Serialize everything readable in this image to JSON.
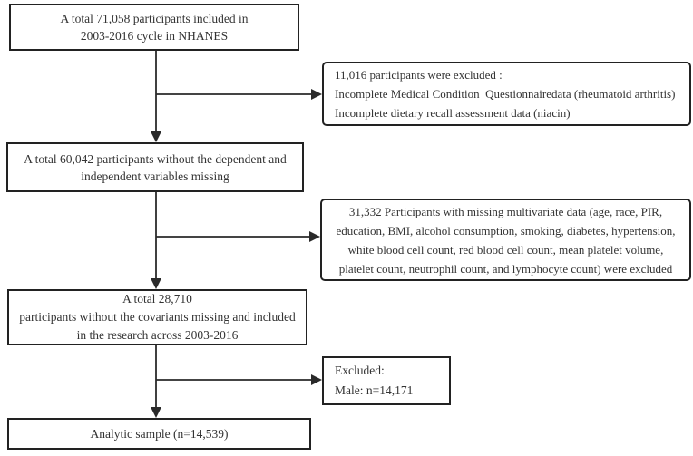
{
  "diagram": {
    "title": "Participant selection flowchart (NHANES 2003-2016)",
    "colors": {
      "background": "#ffffff",
      "box_border": "#222222",
      "text": "#333333",
      "arrow": "#2a2a2a"
    },
    "boxes": {
      "total_included": {
        "lines": [
          "A total 71,058 participants included in",
          "2003-2016 cycle in NHANES"
        ]
      },
      "excluded_1": {
        "lines": [
          "11,016 participants were excluded :",
          "Incomplete Medical Condition  Questionnairedata (rheumatoid arthritis)",
          "Incomplete dietary recall assessment data (niacin)"
        ]
      },
      "no_missing_vars": {
        "lines": [
          "A total 60,042 participants without the dependent and",
          "independent variables missing"
        ]
      },
      "excluded_2": {
        "lines": [
          "31,332 Participants with missing multivariate data (age, race, PIR,",
          "education, BMI, alcohol consumption, smoking, diabetes, hypertension,",
          "white blood cell count, red blood cell count, mean platelet volume,",
          "platelet count, neutrophil count, and lymphocyte count) were excluded"
        ]
      },
      "no_covariants": {
        "lines": [
          "A total 28,710",
          "participants without the covariants missing and included",
          "in the research across 2003-2016"
        ]
      },
      "excluded_3": {
        "lines": [
          "Excluded:",
          "Male: n=14,171"
        ]
      },
      "analytic_sample": {
        "lines": [
          "Analytic sample (n=14,539)"
        ]
      }
    }
  }
}
